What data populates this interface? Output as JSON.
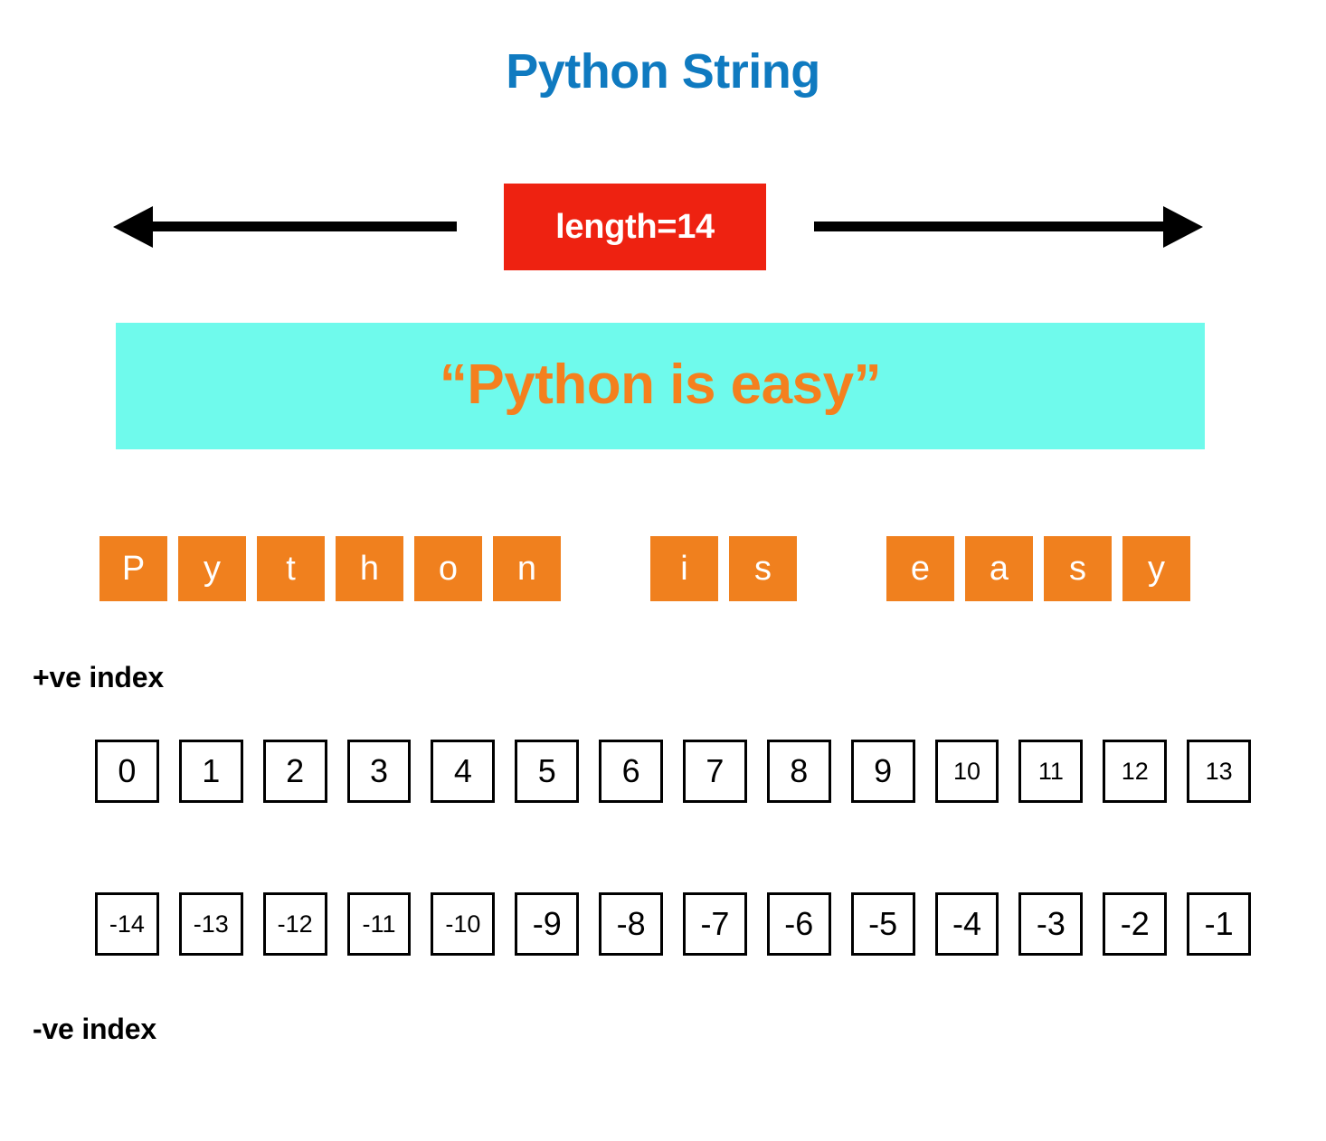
{
  "title": "Python String",
  "colors": {
    "title_blue": "#0f7ac0",
    "length_box_red": "#ee2211",
    "string_banner_cyan": "#6ffaec",
    "string_text_orange": "#f4801e",
    "char_cell_orange": "#f0801e",
    "index_border_black": "#000000",
    "page_background": "#ffffff"
  },
  "length": {
    "label": "length=14",
    "left_arrow_icon": "arrow-left-icon",
    "right_arrow_icon": "arrow-right-icon"
  },
  "string_banner": {
    "text": "“Python is easy”"
  },
  "characters": [
    {
      "char": "P",
      "blank": false
    },
    {
      "char": "y",
      "blank": false
    },
    {
      "char": "t",
      "blank": false
    },
    {
      "char": "h",
      "blank": false
    },
    {
      "char": "o",
      "blank": false
    },
    {
      "char": "n",
      "blank": false
    },
    {
      "char": "",
      "blank": true
    },
    {
      "char": "i",
      "blank": false
    },
    {
      "char": "s",
      "blank": false
    },
    {
      "char": "",
      "blank": true
    },
    {
      "char": "e",
      "blank": false
    },
    {
      "char": "a",
      "blank": false
    },
    {
      "char": "s",
      "blank": false
    },
    {
      "char": "y",
      "blank": false
    }
  ],
  "positive_index": {
    "label": "+ve index",
    "values": [
      "0",
      "1",
      "2",
      "3",
      "4",
      "5",
      "6",
      "7",
      "8",
      "9",
      "10",
      "11",
      "12",
      "13"
    ]
  },
  "negative_index": {
    "label": "-ve index",
    "values": [
      "-14",
      "-13",
      "-12",
      "-11",
      "-10",
      "-9",
      "-8",
      "-7",
      "-6",
      "-5",
      "-4",
      "-3",
      "-2",
      "-1"
    ]
  }
}
